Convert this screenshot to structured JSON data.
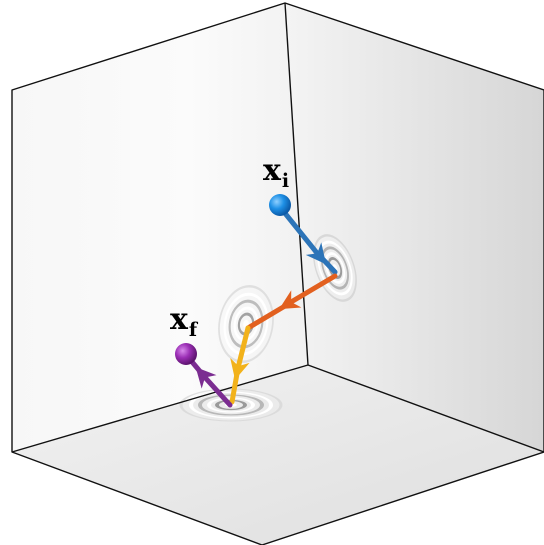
{
  "labels": {
    "initial": {
      "main": "x",
      "sub": "i"
    },
    "final": {
      "main": "x",
      "sub": "f"
    }
  },
  "colors": {
    "box_edge": "#111111",
    "back_wall": "#fafafa",
    "right_wall": "#e2e2e2",
    "floor": "#e8e8e8",
    "initial_point": "#1e90e6",
    "final_point": "#9b2fb5",
    "segment_1": "#2c74b8",
    "segment_2": "#e2601f",
    "segment_3": "#f2b21b",
    "segment_4": "#7b2d91",
    "ripple_dark": "#9a9a9a"
  },
  "scene": {
    "path_segments": 4,
    "ripple_sources": 3,
    "points": [
      "initial",
      "final"
    ]
  }
}
